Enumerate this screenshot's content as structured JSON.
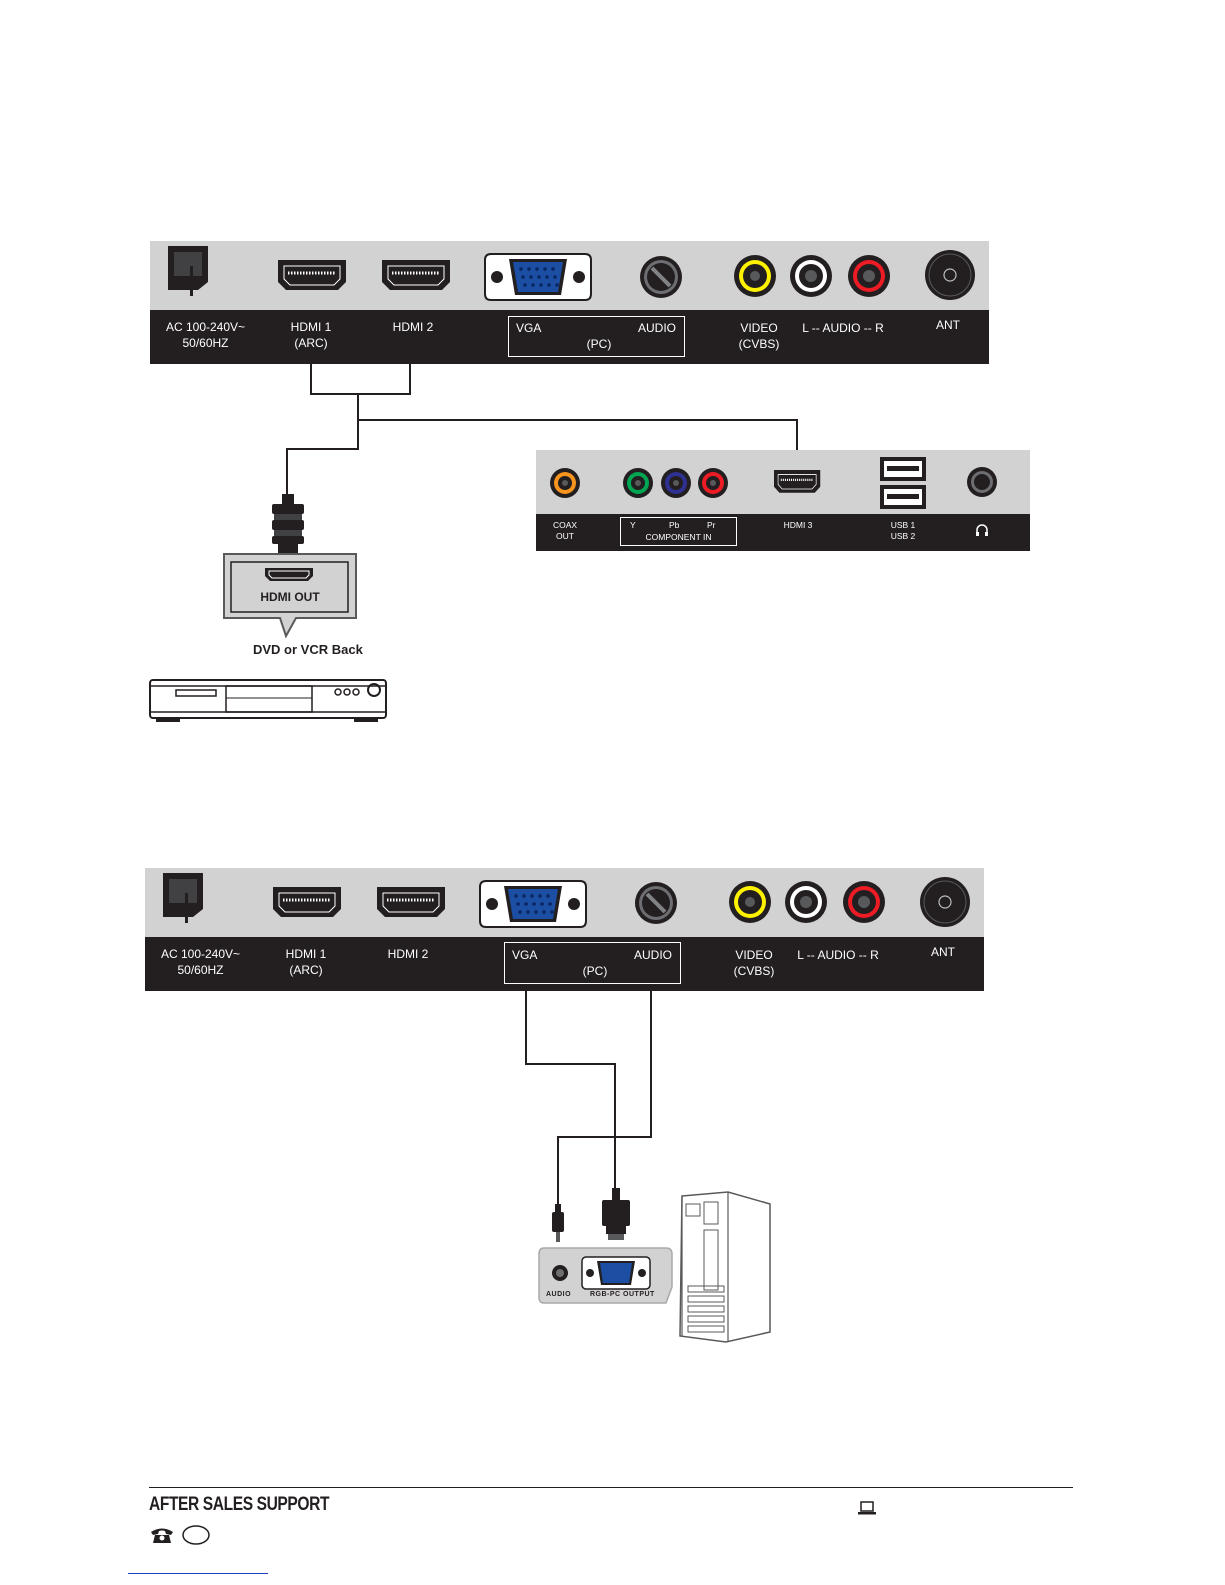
{
  "panel": {
    "ac_line1": "AC 100-240V~",
    "ac_line2": "50/60HZ",
    "hdmi1_line1": "HDMI 1",
    "hdmi1_line2": "(ARC)",
    "hdmi2": "HDMI 2",
    "vga": "VGA",
    "audio": "AUDIO",
    "pc": "(PC)",
    "video_line1": "VIDEO",
    "video_line2": "(CVBS)",
    "l_audio_r": "L -- AUDIO -- R",
    "ant": "ANT"
  },
  "side_panel": {
    "coax_line1": "COAX",
    "coax_line2": "OUT",
    "y": "Y",
    "pb": "Pb",
    "pr": "Pr",
    "component_in": "COMPONENT IN",
    "hdmi3": "HDMI 3",
    "usb1": "USB 1",
    "usb2": "USB 2"
  },
  "dvd": {
    "hdmi_out": "HDMI OUT",
    "caption": "DVD or VCR Back"
  },
  "pc_device": {
    "audio": "AUDIO",
    "rgb_pc_output": "RGB-PC OUTPUT"
  },
  "footer": {
    "title": "AFTER SALES SUPPORT"
  },
  "colors": {
    "panel_grey": "#d2d2d2",
    "panel_dark": "#231f20",
    "vga_blue": "#1c4fa3",
    "video_yellow": "#fff200",
    "audio_white": "#ffffff",
    "audio_red": "#ed1c24",
    "coax_orange": "#f7941d",
    "y_green": "#00a651",
    "pb_blue": "#2e3192"
  },
  "icons": [
    "power-plug-icon",
    "hdmi-port-icon",
    "vga-port-icon",
    "audio-jack-icon",
    "rca-jack-icon",
    "antenna-jack-icon",
    "usb-port-icon",
    "headphone-icon",
    "hdmi-plug-icon",
    "dvd-player-icon",
    "pc-tower-icon",
    "phone-icon",
    "laptop-icon"
  ]
}
